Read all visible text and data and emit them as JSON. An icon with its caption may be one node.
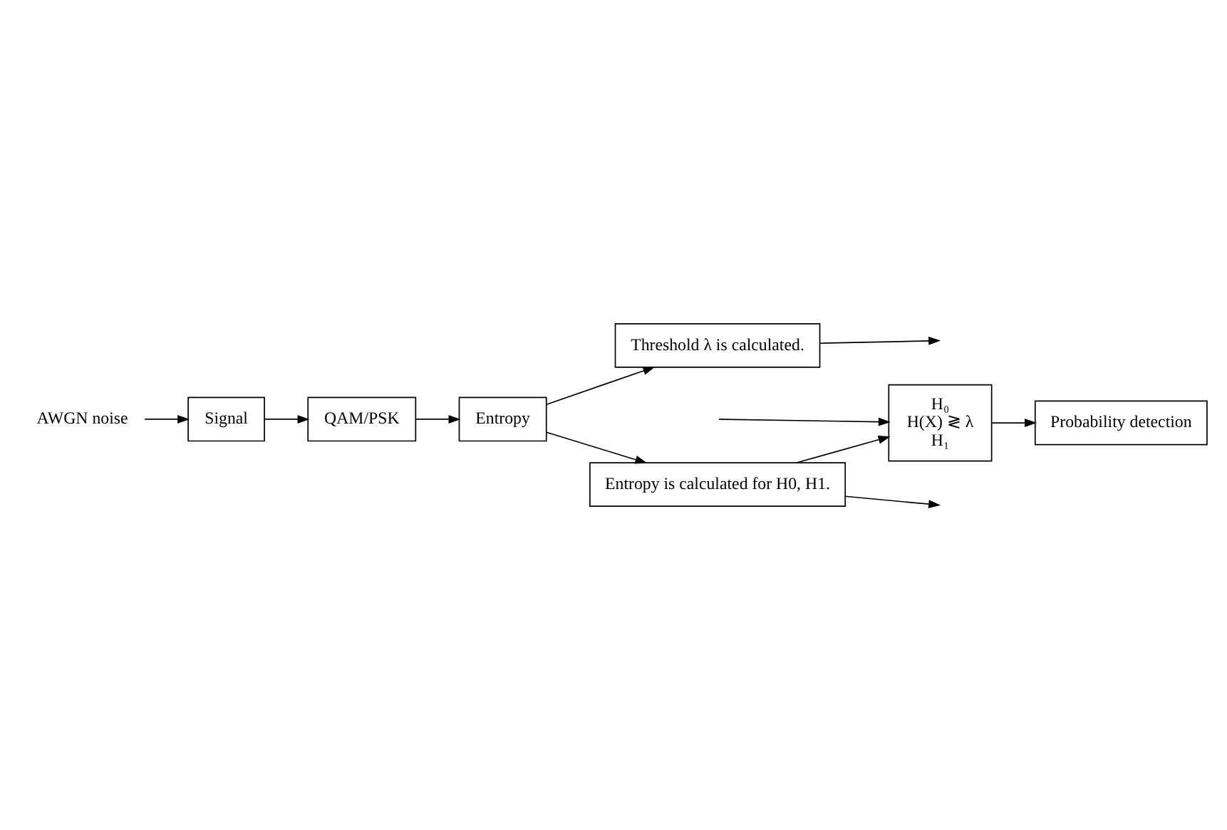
{
  "diagram": {
    "nodes": [
      {
        "text": [
          "AWGN noise"
        ]
      },
      {
        "text": [
          "Signal"
        ]
      },
      {
        "text": [
          "QAM/PSK"
        ]
      },
      {
        "text": [
          "Entropy"
        ]
      },
      {
        "text": [
          "Threshold λ is calculated."
        ]
      },
      {
        "text": [
          "Entropy is calculated for H0, H1."
        ]
      },
      {
        "text": [
          "H₀",
          "H(X) ≷ λ",
          "H₁"
        ]
      },
      {
        "text": [
          "Probability detection"
        ]
      }
    ],
    "edges": [
      {
        "from": 0,
        "to": 1,
        "arrow": "to"
      },
      {
        "from": 1,
        "to": 2,
        "arrow": "to"
      },
      {
        "from": 2,
        "to": 3,
        "arrow": "to"
      },
      {
        "from": 3,
        "to": 4,
        "arrow": "to"
      },
      {
        "from": 3,
        "to": 5,
        "arrow": "to"
      },
      {
        "from": 4,
        "to": null,
        "arrow": "to"
      },
      {
        "from": 5,
        "to": null,
        "arrow": "to"
      },
      {
        "from": 5,
        "to": 6,
        "arrow": "to"
      },
      {
        "from": null,
        "to": 6,
        "arrow": "to"
      },
      {
        "from": 6,
        "to": 7,
        "arrow": "to"
      }
    ]
  }
}
